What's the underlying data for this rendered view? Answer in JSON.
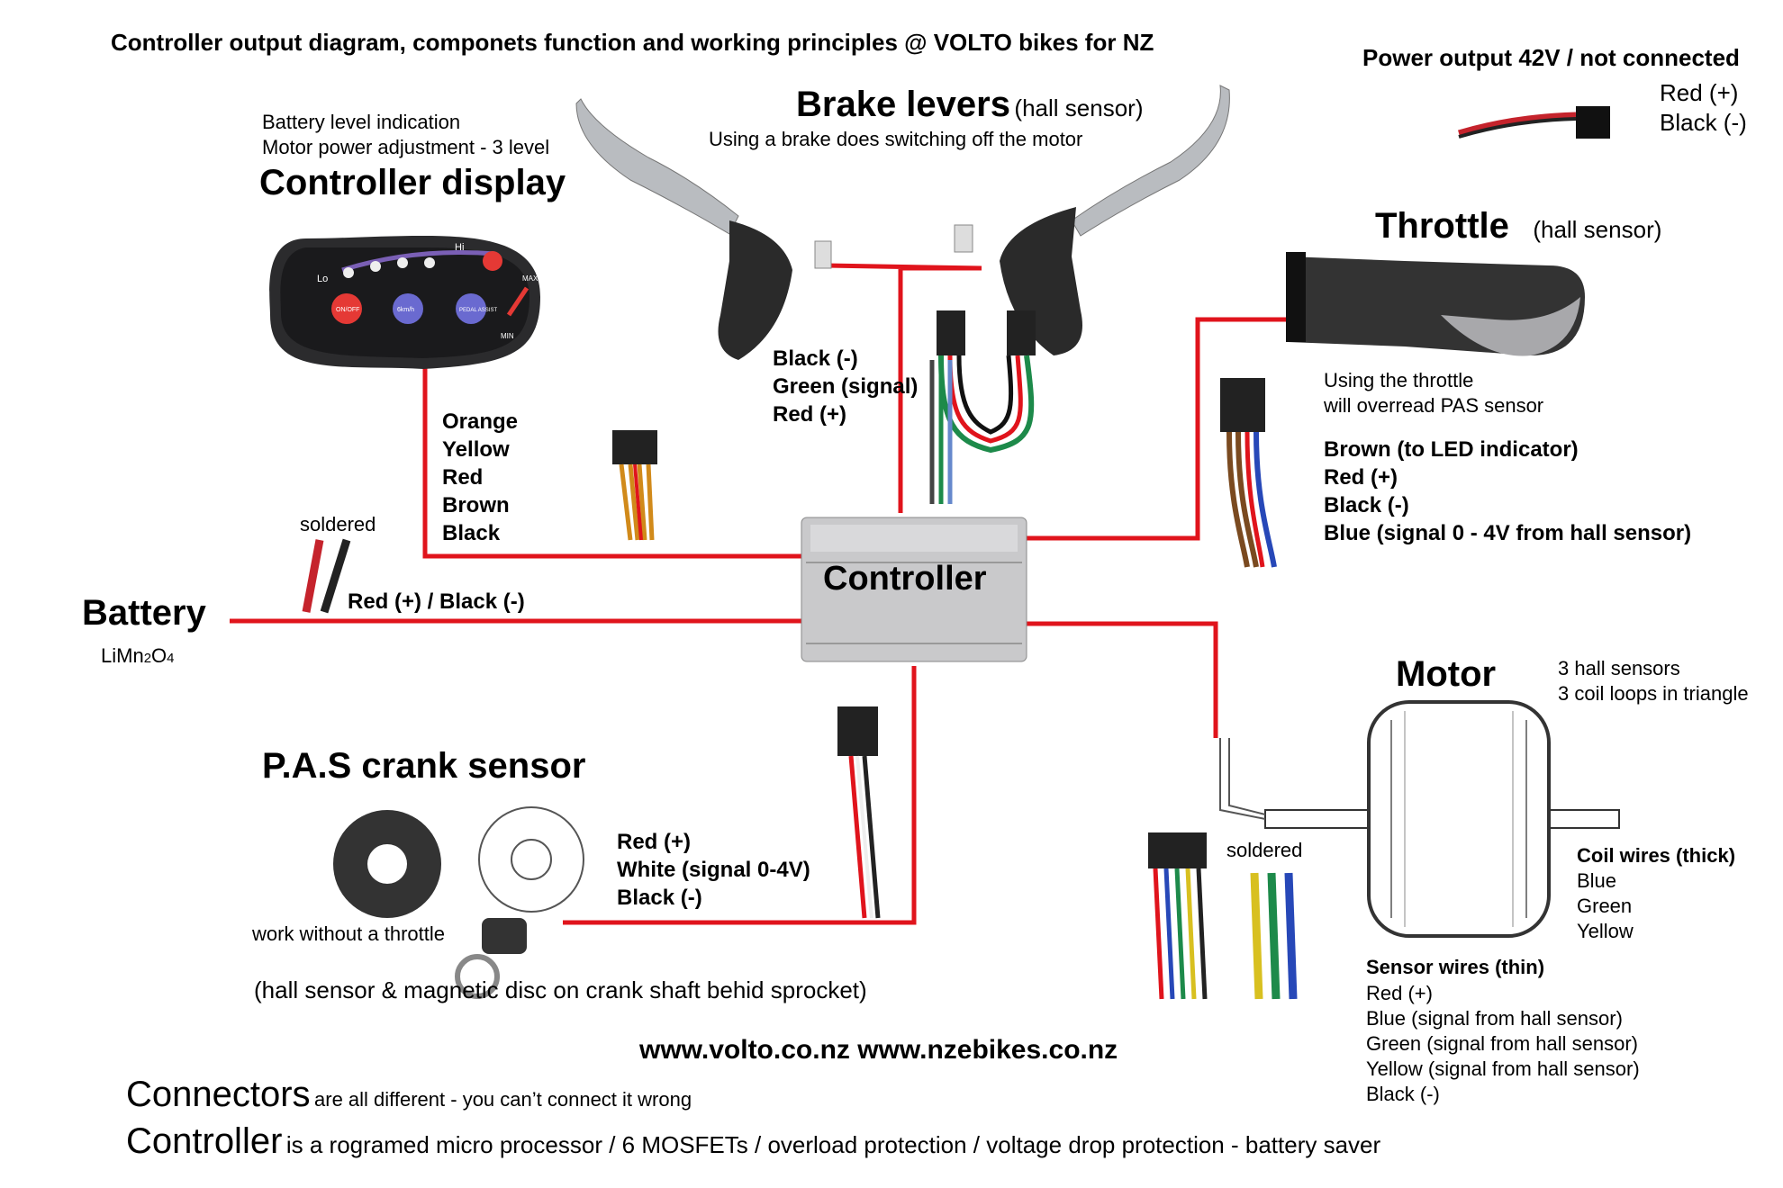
{
  "header": {
    "title": "Controller output diagram, componets function and working principles @ VOLTO bikes for NZ"
  },
  "power_output": {
    "title": "Power output 42V / not connected",
    "red": "Red (+)",
    "black": "Black (-)"
  },
  "brake": {
    "title": "Brake levers",
    "sub": "(hall sensor)",
    "note": "Using a brake does switching off the motor",
    "wires": [
      "Black (-)",
      "Green (signal)",
      "Red (+)"
    ]
  },
  "display": {
    "note1": "Battery level indication",
    "note2": "Motor power adjustment - 3 level",
    "title": "Controller display",
    "wires": [
      "Orange",
      "Yellow",
      "Red",
      "Brown",
      "Black"
    ],
    "panel": {
      "lo": "Lo",
      "hi": "Hi",
      "max": "MAX",
      "min": "MIN",
      "btn_onoff": "ON/OFF",
      "btn_6kmh": "6km/h",
      "btn_pedal": "PEDAL ASSIST"
    }
  },
  "throttle": {
    "title": "Throttle",
    "sub": "(hall sensor)",
    "note1": "Using the throttle",
    "note2": "will overread  PAS sensor",
    "wires": [
      "Brown  (to LED indicator)",
      "Red (+)",
      "Black (-)",
      "Blue (signal 0 - 4V from hall sensor)"
    ]
  },
  "battery": {
    "title": "Battery",
    "chem_main": "LiMn",
    "chem_sub1": "2",
    "chem_o": "O",
    "chem_sub2": "4",
    "soldered": "soldered",
    "wires": "Red (+)  / Black (-)"
  },
  "controller": {
    "label": "Controller"
  },
  "pas": {
    "title": "P.A.S crank sensor",
    "wires": [
      "Red (+)",
      "White (signal 0-4V)",
      "Black (-)"
    ],
    "note": "work without a throttle",
    "caption": "(hall sensor & magnetic disc on crank shaft behid sprocket)"
  },
  "motor": {
    "title": "Motor",
    "note1": "3 hall sensors",
    "note2": "3 coil loops in triangle",
    "soldered": "soldered",
    "coil_title": "Coil wires (thick)",
    "coil_wires": [
      "Blue",
      "Green",
      "Yellow"
    ],
    "sensor_title": "Sensor wires (thin)",
    "sensor_wires": [
      "Red (+)",
      "Blue (signal from hall sensor)",
      "Green (signal from hall sensor)",
      "Yellow (signal from hall sensor)",
      "Black (-)"
    ]
  },
  "footer": {
    "urls": "www.volto.co.nz   www.nzebikes.co.nz",
    "connectors_big": "Connectors",
    "connectors_small": "are all different - you can’t connect it wrong",
    "controller_big": "Controller",
    "controller_small": "is a rogramed micro processor / 6 MOSFETs /  overload protection / voltage drop protection - battery saver"
  },
  "colors": {
    "wire": "#e0141c",
    "controller_body": "#c9c9cb",
    "display_body": "#2b2b2d"
  }
}
